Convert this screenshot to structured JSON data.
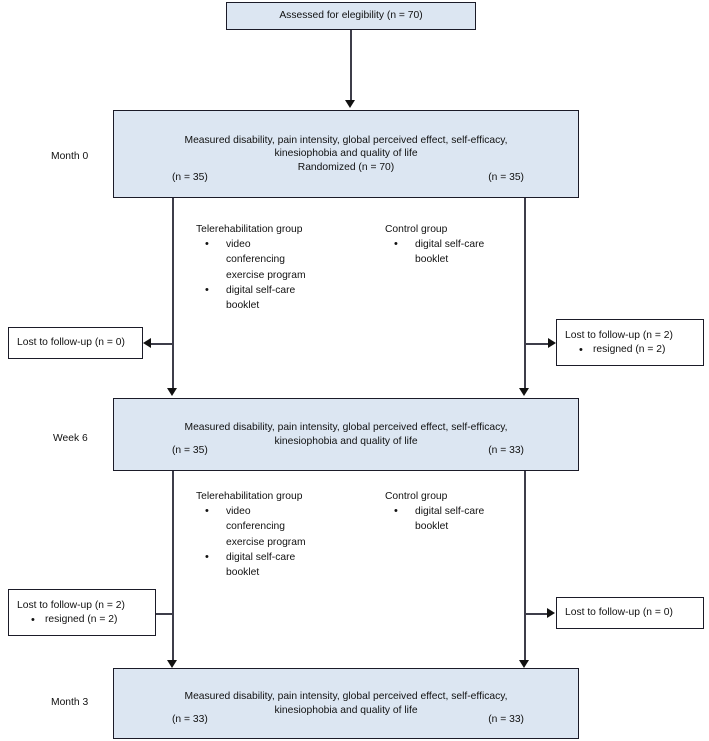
{
  "enrollment": {
    "assessed_label": "Assessed for elegibility (n = 70)"
  },
  "timepoints": {
    "month0": "Month 0",
    "week6": "Week 6",
    "month3": "Month 3"
  },
  "baseline_box": {
    "outcomes": "Measured disability, pain intensity, global perceived effect, self-efficacy,\nkinesiophobia and quality of life",
    "randomized": "Randomized (n = 70)",
    "n_left": "(n = 35)",
    "n_right": "(n = 35)"
  },
  "week6_box": {
    "outcomes": "Measured disability, pain intensity, global perceived effect, self-efficacy,\nkinesiophobia and quality of life",
    "n_left": "(n = 35)",
    "n_right": "(n = 33)"
  },
  "month3_box": {
    "outcomes": "Measured disability, pain intensity, global perceived effect, self-efficacy,\nkinesiophobia and quality of life",
    "n_left": "(n = 33)",
    "n_right": "(n = 33)"
  },
  "arms_period1": {
    "intervention": {
      "title": "Telerehabilitation group",
      "items": [
        "video conferencing exercise program",
        "digital self-care booklet"
      ]
    },
    "control": {
      "title": "Control group",
      "items": [
        "digital self-care booklet"
      ]
    }
  },
  "arms_period2": {
    "intervention": {
      "title": "Telerehabilitation group",
      "items": [
        "video conferencing exercise program",
        "digital self-care booklet"
      ]
    },
    "control": {
      "title": "Control group",
      "items": [
        "digital self-care booklet"
      ]
    }
  },
  "lost_period1": {
    "left": {
      "heading": "Lost to follow-up (n = 0)",
      "reason": ""
    },
    "right": {
      "heading": "Lost to follow-up (n = 2)",
      "reason": "resigned (n = 2)"
    }
  },
  "lost_period2": {
    "left": {
      "heading": "Lost to follow-up (n = 2)",
      "reason": "resigned (n = 2)"
    },
    "right": {
      "heading": "Lost to follow-up (n = 0)",
      "reason": ""
    }
  },
  "colors": {
    "measure_fill": "#dce6f2",
    "box_border": "#1b1b28",
    "connector": "#3d3d4a",
    "text": "#111111"
  }
}
